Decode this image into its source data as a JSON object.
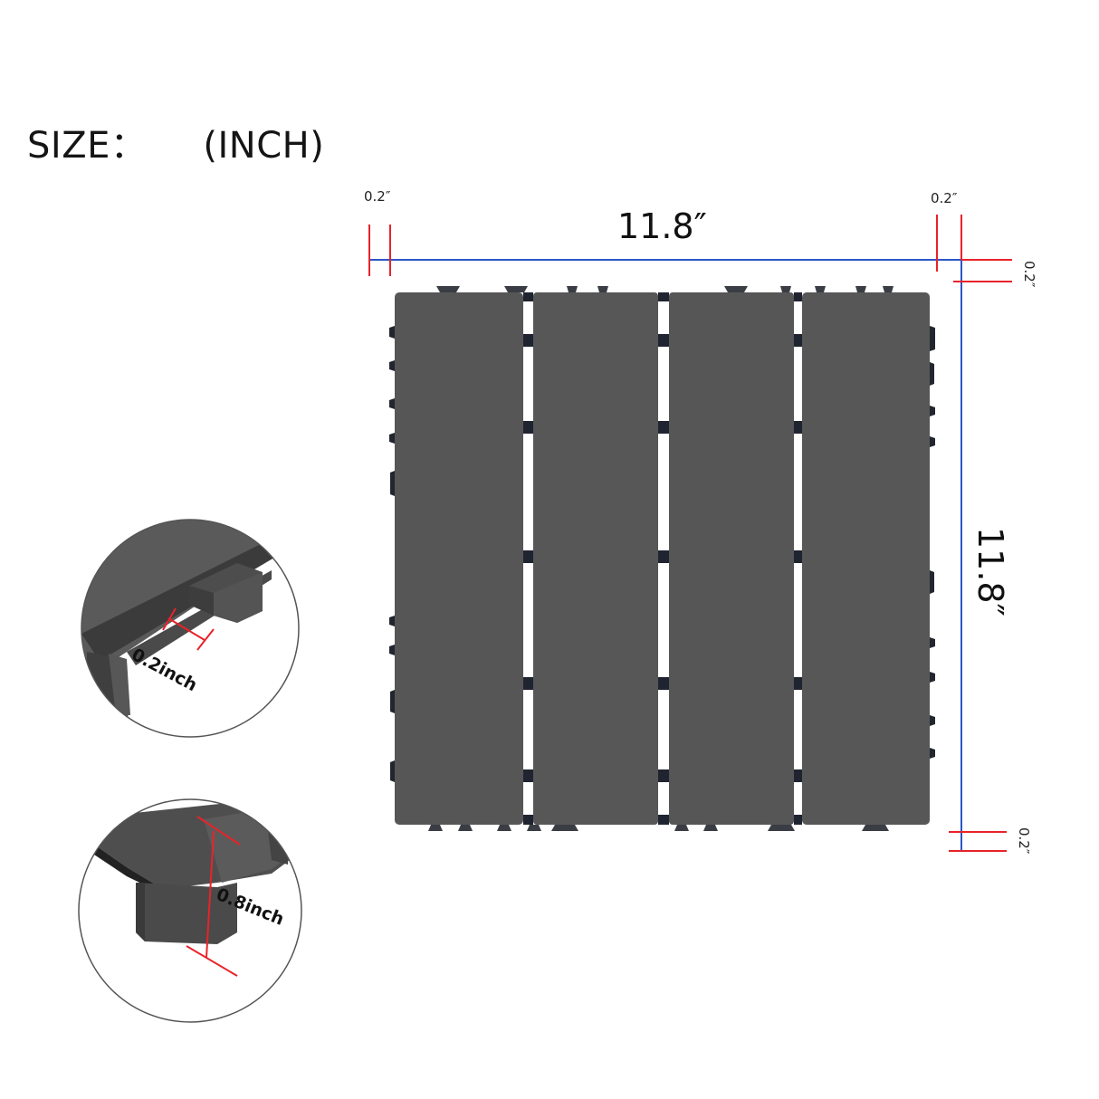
{
  "header": {
    "size_label": "SIZE：",
    "unit_label": "(INCH)"
  },
  "tile": {
    "color": "#565656",
    "gap_color": "#ffffff",
    "connector_color": "#1e2430",
    "slat_count": 4
  },
  "dimensions": {
    "width_label": "11.8″",
    "height_label": "11.8″",
    "left_offset_label": "0.2″",
    "right_offset_label": "0.2″",
    "top_right_offset_label": "0.2″",
    "bottom_right_offset_label": "0.2″",
    "main_line_color": "#2b56c4",
    "offset_line_color": "#e8232a"
  },
  "callouts": [
    {
      "label": "0.2inch",
      "description": "gap between connector tabs"
    },
    {
      "label": "0.8inch",
      "description": "tile thickness"
    }
  ]
}
